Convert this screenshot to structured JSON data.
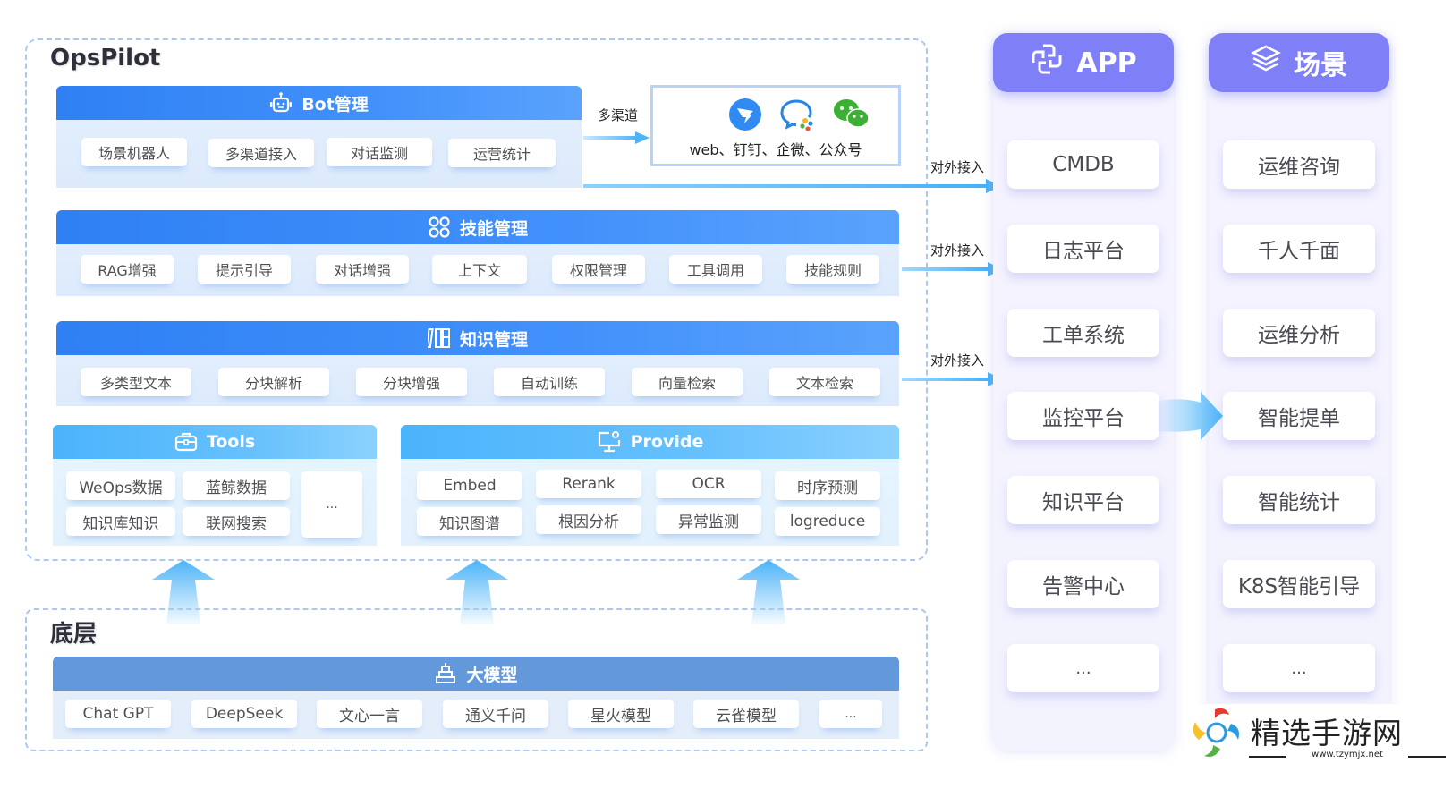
{
  "opspilot": {
    "title": "OpsPilot",
    "bot": {
      "title": "Bot管理",
      "icon": "robot-icon",
      "items": [
        "场景机器人",
        "多渠道接入",
        "对话监测",
        "运营统计"
      ]
    },
    "channels": {
      "arrow_label": "多渠道",
      "icons": [
        "dingtalk-icon",
        "wecom-icon",
        "wechat-icon"
      ],
      "text": "web、钉钉、企微、公众号"
    },
    "skills": {
      "title": "技能管理",
      "icon": "four-circles-icon",
      "items": [
        "RAG增强",
        "提示引导",
        "对话增强",
        "上下文",
        "权限管理",
        "工具调用",
        "技能规则"
      ]
    },
    "knowledge": {
      "title": "知识管理",
      "icon": "books-icon",
      "items": [
        "多类型文本",
        "分块解析",
        "分块增强",
        "自动训练",
        "向量检索",
        "文本检索"
      ]
    },
    "tools": {
      "title": "Tools",
      "icon": "toolbox-icon",
      "items": [
        "WeOps数据",
        "蓝鲸数据",
        "知识库知识",
        "联网搜索",
        "..."
      ]
    },
    "provide": {
      "title": "Provide",
      "icon": "monitor-icon",
      "items": [
        "Embed",
        "Rerank",
        "OCR",
        "时序预测",
        "知识图谱",
        "根因分析",
        "异常监测",
        "logreduce"
      ]
    }
  },
  "external_label": "对外接入",
  "base": {
    "title": "底层",
    "models": {
      "title": "大模型",
      "icon": "pyramid-icon",
      "items": [
        "Chat GPT",
        "DeepSeek",
        "文心一言",
        "通义千问",
        "星火模型",
        "云雀模型",
        "..."
      ]
    }
  },
  "app_column": {
    "title": "APP",
    "icon": "link-icon",
    "items": [
      "CMDB",
      "日志平台",
      "工单系统",
      "监控平台",
      "知识平台",
      "告警中心",
      "..."
    ]
  },
  "scene_column": {
    "title": "场景",
    "icon": "layers-icon",
    "items": [
      "运维咨询",
      "千人千面",
      "运维分析",
      "智能提单",
      "智能统计",
      "K8S智能引导",
      "..."
    ]
  },
  "watermark": {
    "name": "精选手游网",
    "url": "www.tzymjx.net"
  },
  "colors": {
    "section_header": "#3a88f8",
    "light_header": "#5cbafc",
    "model_header": "#6399da",
    "column_header": "#7f80f8",
    "arrow": "#4cb4f8",
    "frame_dash": "#a9c8f2"
  }
}
